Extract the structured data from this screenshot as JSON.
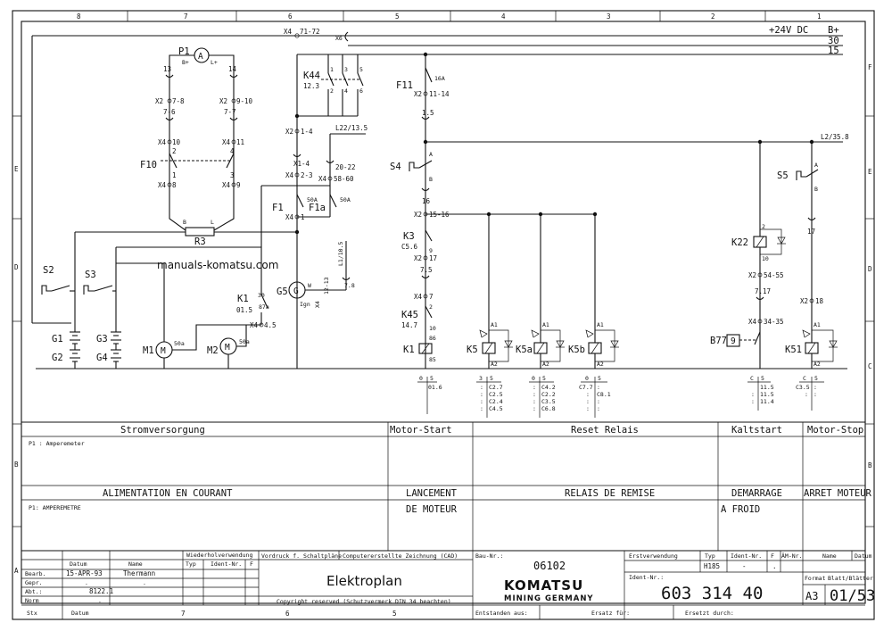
{
  "frame": {
    "top_columns": [
      "8",
      "7",
      "6",
      "5",
      "4",
      "3",
      "2",
      "1"
    ],
    "bottom_columns": [
      "7",
      "6",
      "5"
    ],
    "left_rows": [
      "E",
      "D",
      "B",
      "A"
    ],
    "right_rows": [
      "F",
      "E",
      "D",
      "C",
      "B"
    ]
  },
  "watermark": "manuals-komatsu.com",
  "rails": {
    "supply": "+24V DC",
    "b_plus": "B+",
    "r30": "30",
    "r15": "15",
    "l2_ref": "L2/35.8"
  },
  "components": {
    "P1": {
      "label": "P1",
      "plus": "B+",
      "l": "L+",
      "t1": "13",
      "t2": "14",
      "x2a": "X2",
      "a1": "7-8",
      "a2": "7-6",
      "x2b": "X2",
      "b1": "9-10",
      "b2": "7-7",
      "x4a": "X4",
      "c1": "10",
      "x4b": "X4",
      "c2": "11"
    },
    "F10": {
      "label": "F10",
      "p1": "2",
      "p2": "1",
      "p3": "4",
      "p4": "3",
      "x4c": "X4",
      "d1": "8",
      "x4d": "X4",
      "d2": "9"
    },
    "R3": {
      "label": "R3",
      "b": "B",
      "l": "L"
    },
    "S2": {
      "label": "S2"
    },
    "S3": {
      "label": "S3"
    },
    "G1": {
      "label": "G1"
    },
    "G2": {
      "label": "G2"
    },
    "G3": {
      "label": "G3"
    },
    "G4": {
      "label": "G4"
    },
    "M1": {
      "label": "M1",
      "t": "50a"
    },
    "M2": {
      "label": "M2",
      "t": "50a"
    },
    "K1a": {
      "label": "K1",
      "ref": "01.5",
      "t30": "30",
      "t87": "87a",
      "x4": "X4",
      "p": "4.5"
    },
    "X4top": {
      "x4": "X4",
      "pins": "71-72",
      "x6": "X6"
    },
    "K44": {
      "label": "K44",
      "ref": "12.3",
      "p1": "1",
      "p2": "3",
      "p3": "5",
      "p4": "2",
      "p5": "4",
      "p6": "6"
    },
    "X2a": {
      "x": "X2",
      "p": "1-4"
    },
    "X1": {
      "a": "X1-4",
      "b": "X4",
      "c": "2-3",
      "d": "X4",
      "e": "1"
    },
    "L22": {
      "ref": "L22/13.5",
      "p": "20-22",
      "x4": "X4",
      "q": "58-60"
    },
    "F1": {
      "label": "F1",
      "a": "50A"
    },
    "F1a": {
      "label": "F1a",
      "a": "50A"
    },
    "G5": {
      "label": "G5",
      "w": "W",
      "ign": "Ign",
      "x4": "X4",
      "p": "12-13",
      "l1": "L1/10.5",
      "p7": "7.8"
    },
    "F11": {
      "label": "F11",
      "a": "16A",
      "x2": "X2",
      "p": "11-14",
      "p15": "1.5"
    },
    "S4": {
      "label": "S4",
      "a": "A",
      "b": "B",
      "p16": "16",
      "x2": "X2",
      "p15": "15-16"
    },
    "K3": {
      "label": "K3",
      "ref": "C5.6",
      "p9": "9",
      "x2": "X2",
      "p17": "17",
      "p75": "7.5",
      "x4": "X4",
      "p7": "7"
    },
    "K45": {
      "label": "K45",
      "ref": "14.7",
      "p2": "2",
      "p10": "10"
    },
    "K1b": {
      "label": "K1",
      "t86": "86",
      "t85": "85"
    },
    "K5": {
      "label": "K5",
      "a1": "A1",
      "a2": "A2"
    },
    "K5a": {
      "label": "K5a",
      "a1": "A1",
      "a2": "A2"
    },
    "K5b": {
      "label": "K5b",
      "a1": "A1",
      "a2": "A2"
    },
    "K22": {
      "label": "K22",
      "p2": "2",
      "p10": "10",
      "x2": "X2",
      "p": "54-55",
      "p717": "7.17",
      "x4": "X4",
      "p3435": "34-35"
    },
    "S5": {
      "label": "S5",
      "a": "A",
      "b": "B",
      "p17": "17"
    },
    "K51": {
      "label": "K51",
      "a1": "A1",
      "a2": "A2",
      "x2": "X2",
      "p18": "18"
    },
    "B77": {
      "label": "B77",
      "sym": "9"
    }
  },
  "xrefs": [
    {
      "h": [
        "0",
        "5"
      ],
      "rows": [
        [
          "",
          "01.6"
        ]
      ]
    },
    {
      "h": [
        "3",
        "5"
      ],
      "rows": [
        [
          ":",
          "C2.7"
        ],
        [
          ":",
          "C2.5"
        ],
        [
          ":",
          "C2.4"
        ],
        [
          ":",
          "C4.5"
        ]
      ]
    },
    {
      "h": [
        "0",
        "5"
      ],
      "rows": [
        [
          ":",
          "C4.2"
        ],
        [
          ":",
          "C2.2"
        ],
        [
          ":",
          "C3.5"
        ],
        [
          ":",
          "C6.8"
        ]
      ]
    },
    {
      "h": [
        "0",
        "5"
      ],
      "rows": [
        [
          "C7.7",
          ":"
        ],
        [
          ":",
          "C8.1"
        ],
        [
          ":",
          ":"
        ],
        [
          ":",
          ":"
        ]
      ]
    },
    {
      "h": [
        "C",
        "5"
      ],
      "rows": [
        [
          "",
          "11.5"
        ],
        [
          ":",
          "11.5"
        ],
        [
          ":",
          "11.4"
        ]
      ]
    },
    {
      "h": [
        "C",
        "5"
      ],
      "rows": [
        [
          "C3.5",
          ":"
        ],
        [
          ":",
          ":"
        ]
      ]
    }
  ],
  "sections_de": [
    "Stromversorgung",
    "Motor-Start",
    "Reset Relais",
    "Kaltstart",
    "Motor-Stop"
  ],
  "sections_fr": [
    "ALIMENTATION EN COURANT",
    "LANCEMENT",
    "RELAIS DE REMISE",
    "DEMARRAGE",
    "ARRET MOTEUR"
  ],
  "sections_fr2": [
    "DE MOTEUR",
    "A FROID"
  ],
  "legend_de": "P1 : Amperemeter",
  "legend_fr": "P1: AMPEREMETRE",
  "titleblock": {
    "h_datum": "Datum",
    "h_name": "Name",
    "bearb": "Bearb.",
    "bearb_date": "15-APR-93",
    "bearb_name": "Thermann",
    "gepr": "Gepr.",
    "gepr_date": ".",
    "gepr_name": ".",
    "abt": "Abt.:",
    "abt_val": "8122.1",
    "norm": "Norm",
    "norm_val": ".",
    "rev": "Stx",
    "rev_datum": "Datum",
    "wv": "Wiederholverwendung",
    "typ": "Typ",
    "ident": "Ident-Nr.",
    "f": "F",
    "vordruck": "Vordruck f. Schaltpläne",
    "cad": "Computererstellte Zeichnung (CAD)",
    "title": "Elektroplan",
    "copyright": "Copyright reserved (Schutzvermerk DIN 34 beachten)",
    "bau": "Bau-Nr.:",
    "bau_val": "06102",
    "brand": "KOMATSU",
    "brand_sub": "MINING GERMANY",
    "erstv": "Erstverwendung",
    "typ2": "Typ",
    "ident2": "Ident-Nr.",
    "f2": "F",
    "am": "ÄM-Nr.",
    "name2": "Name",
    "datum2": "Datum",
    "typ_val": "H185",
    "dash1": "-",
    "dot1": ".",
    "identnr_label": "Ident-Nr.:",
    "identnr": "603 314 40",
    "format_label": "Format",
    "blatt_label": "Blatt/Blätter",
    "format": "A3",
    "blatt": "01/53",
    "entstanden": "Entstanden aus:",
    "ersatz": "Ersatz für:",
    "ersetzt": "Ersetzt durch:"
  }
}
